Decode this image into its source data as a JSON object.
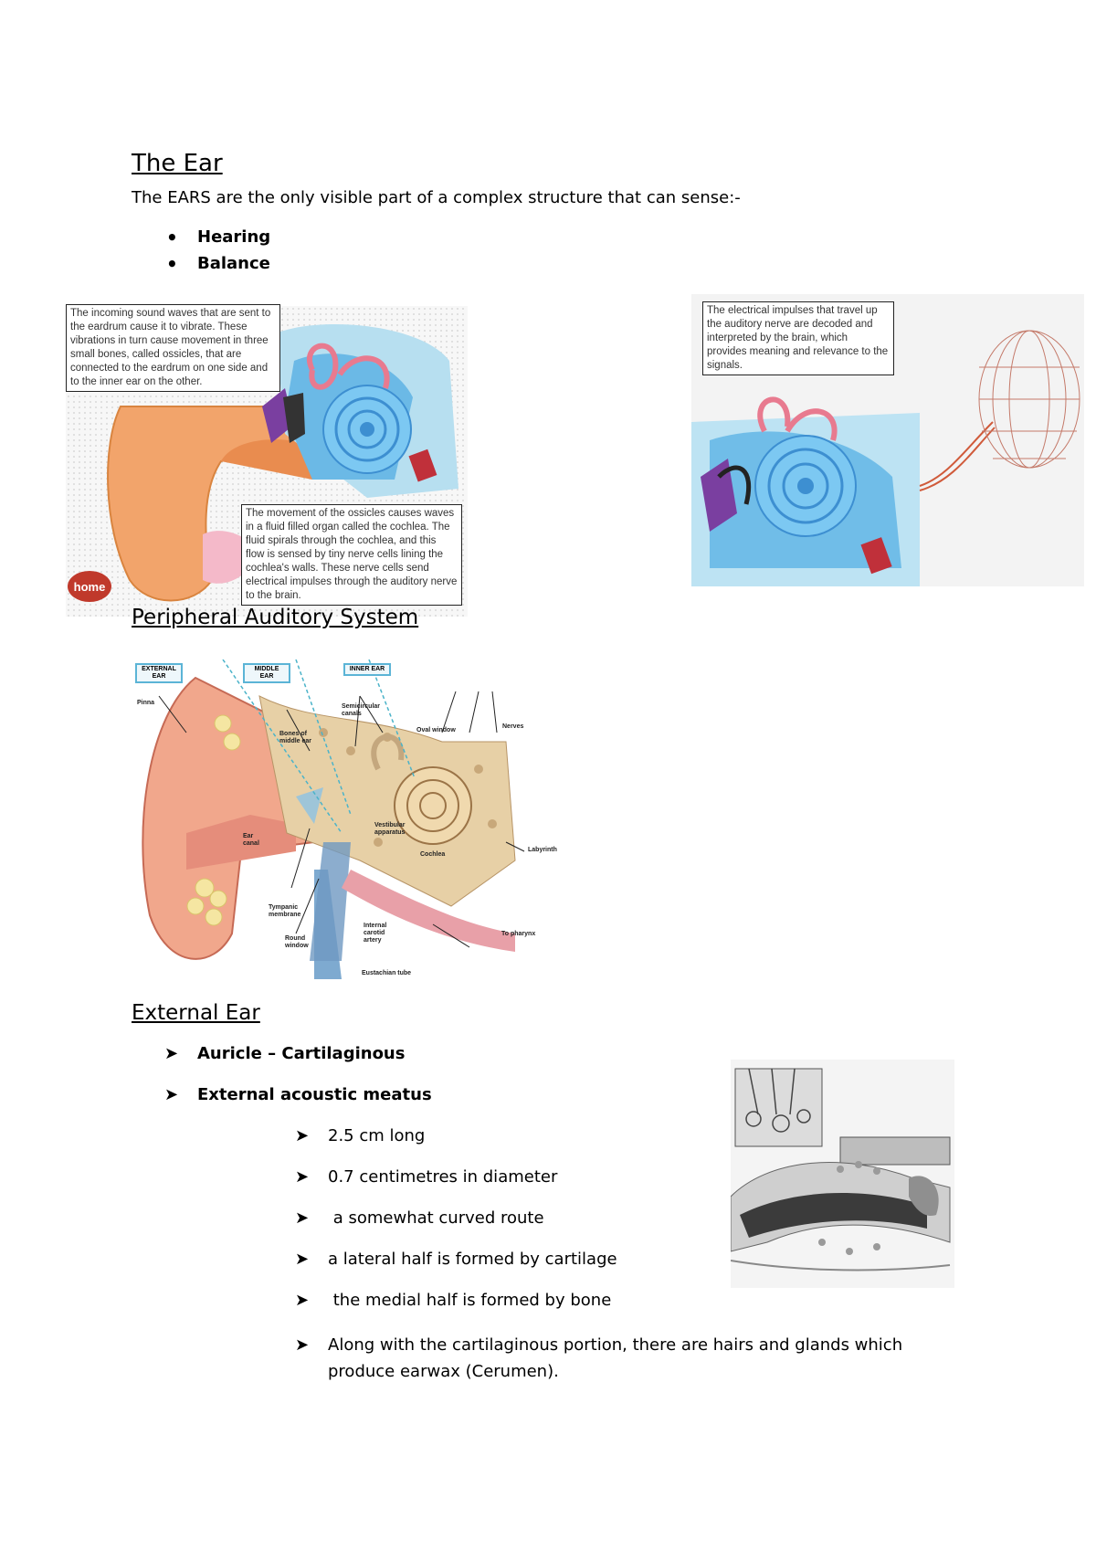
{
  "title": "The Ear",
  "intro": "The EARS are the only visible part of a complex structure that can sense:-",
  "senses": [
    "Hearing",
    "Balance"
  ],
  "figure1": {
    "caption_top": "The incoming sound waves that are sent to the eardrum cause it to vibrate. These vibrations in turn cause movement in three small bones, called ossicles, that are connected to the eardrum on one side and to the inner ear on the other.",
    "caption_bottom": "The movement of the ossicles causes waves in a fluid filled organ called the cochlea. The fluid spirals through the cochlea, and this flow is sensed by tiny nerve cells lining the cochlea's walls. These nerve cells send electrical impulses through the auditory nerve to the brain.",
    "home_label": "home"
  },
  "figure2": {
    "caption": "The electrical impulses that travel up the auditory nerve are decoded and interpreted by the brain, which provides meaning and relevance to the signals."
  },
  "section_peripheral": "Peripheral Auditory System",
  "figure3": {
    "tags": [
      "EXTERNAL EAR",
      "MIDDLE EAR",
      "INNER EAR"
    ],
    "labels": {
      "pinna": "Pinna",
      "bones": "Bones of middle ear",
      "semicircular": "Semicircular canals",
      "oval": "Oval window",
      "nerves": "Nerves",
      "vestibular": "Vestibular apparatus",
      "cochlea": "Cochlea",
      "labyrinth": "Labyrinth",
      "canal": "Ear canal",
      "tympanic": "Tympanic membrane",
      "round": "Round window",
      "carotid": "Internal carotid artery",
      "pharynx": "To pharynx",
      "eustachian": "Eustachian tube"
    }
  },
  "section_external": "External Ear",
  "external_items": [
    "Auricle – Cartilaginous",
    "External acoustic meatus"
  ],
  "meatus_items": [
    "2.5 cm long",
    "0.7 centimetres in diameter",
    " a somewhat curved route",
    "a lateral half is formed by cartilage",
    " the medial half is formed by bone",
    "Along with the cartilaginous portion, there are hairs and glands which produce earwax (Cerumen)."
  ]
}
